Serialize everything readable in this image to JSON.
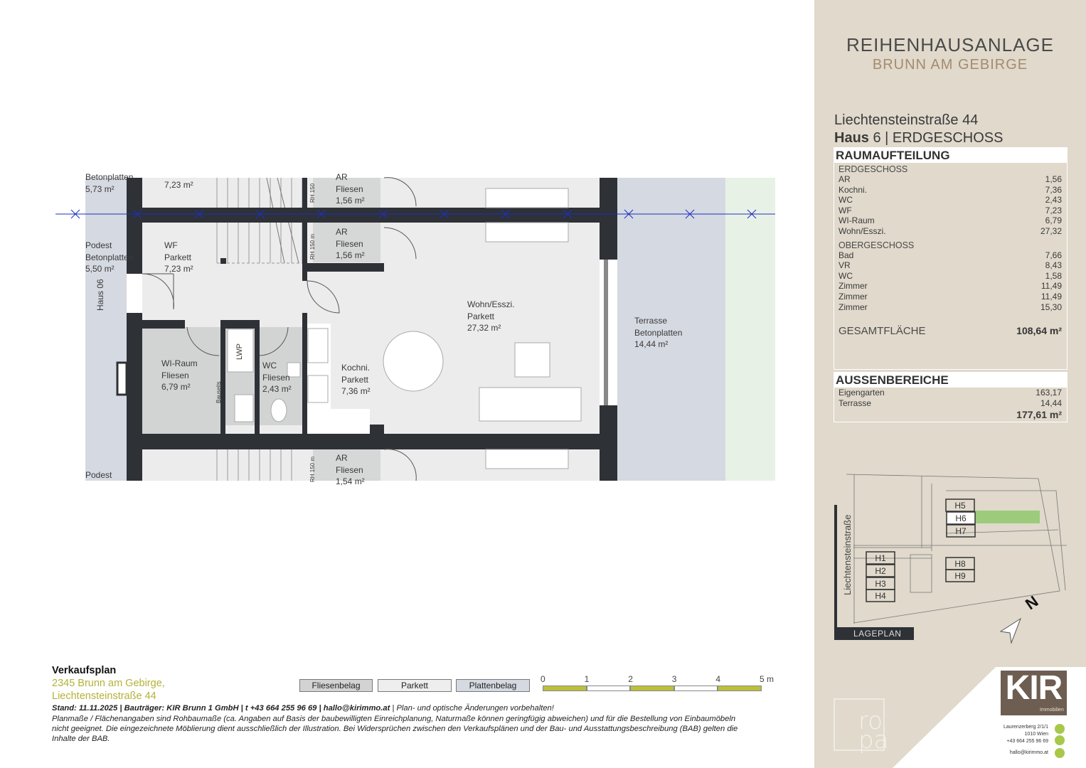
{
  "plan": {
    "labels": [
      {
        "lines": [
          "Betonplatten",
          "5,73 m²"
        ]
      },
      {
        "lines": [
          "7,23 m²"
        ]
      },
      {
        "lines": [
          "AR",
          "Fliesen",
          "1,56 m²"
        ]
      },
      {
        "lines": [
          "Podest",
          "Betonplatten",
          "5,50 m²"
        ]
      },
      {
        "lines": [
          "WF",
          "Parkett",
          "7,23 m²"
        ]
      },
      {
        "lines": [
          "AR",
          "Fliesen",
          "1,56 m²"
        ]
      },
      {
        "lines": [
          "Wohn/Esszi.",
          "Parkett",
          "27,32 m²"
        ]
      },
      {
        "lines": [
          "Terrasse",
          "Betonplatten",
          "14,44 m²"
        ]
      },
      {
        "lines": [
          "WI-Raum",
          "Fliesen",
          "6,79 m²"
        ]
      },
      {
        "lines": [
          "WC",
          "Fliesen",
          "2,43 m²"
        ]
      },
      {
        "lines": [
          "Kochni.",
          "Parkett",
          "7,36 m²"
        ]
      },
      {
        "lines": [
          "Podest"
        ]
      },
      {
        "lines": [
          "AR",
          "Fliesen",
          "1,54 m²"
        ]
      }
    ],
    "haus_label": "Haus 06",
    "lwp": "LWP",
    "bauseits": "Bauseits",
    "rh_top": "RH 150",
    "rh_mid": "RH 150 m",
    "rh_bottom": "RH 150 m"
  },
  "panel": {
    "title": "REIHENHAUSANLAGE",
    "subtitle": "BRUNN AM GEBIRGE",
    "address": "Liechtensteinstraße 44",
    "haus_bold": "Haus",
    "haus_rest": " 6 | ERDGESCHOSS",
    "raum_header": "RAUMAUFTEILUNG",
    "eg_label": "ERDGESCHOSS",
    "eg_rows": [
      [
        "AR",
        "1,56"
      ],
      [
        "Kochni.",
        "7,36"
      ],
      [
        "WC",
        "2,43"
      ],
      [
        "WF",
        "7,23"
      ],
      [
        "WI-Raum",
        "6,79"
      ],
      [
        "Wohn/Esszi.",
        "27,32"
      ]
    ],
    "og_label": "OBERGESCHOSS",
    "og_rows": [
      [
        "Bad",
        "7,66"
      ],
      [
        "VR",
        "8,43"
      ],
      [
        "WC",
        "1,58"
      ],
      [
        "Zimmer",
        "11,49"
      ],
      [
        "Zimmer",
        "11,49"
      ],
      [
        "Zimmer",
        "15,30"
      ]
    ],
    "gesamt_label": "GESAMTFLÄCHE",
    "gesamt_value": "108,64 m²",
    "aussen_header": "AUSSENBEREICHE",
    "aussen_rows": [
      [
        "Eigengarten",
        "163,17"
      ],
      [
        "Terrasse",
        "14,44"
      ]
    ],
    "aussen_total": "177,61 m²"
  },
  "lageplan": {
    "street": "Liechtensteinstraße",
    "title": "LAGEPLAN",
    "houses": [
      "H1",
      "H2",
      "H3",
      "H4",
      "H5",
      "H6",
      "H7",
      "H8",
      "H9"
    ],
    "highlight": "H6",
    "north": "N",
    "highlight_color": "#9ccb7c"
  },
  "footer": {
    "title": "Verkaufsplan",
    "addr1": "2345 Brunn am Gebirge,",
    "addr2": "Liechtensteinstraße 44",
    "stand_bold": "Stand: 11.11.2025 | Bauträger: KIR Brunn 1 GmbH | t +43 664 255 96 69 | hallo@kirimmo.at",
    "stand_rest": "  | Plan- und optische Änderungen vorbehalten!",
    "disclaimer1": "Planmaße / Flächenangaben sind Rohbaumaße (ca. Angaben auf Basis der baubewilligten Einreichplanung, Naturmaße können geringfügig abweichen) und für die Bestellung von Einbaumöbeln",
    "disclaimer2": "nicht geeignet. Die eingezeichnete Möblierung dient ausschließlich der Illustration. Bei Widersprüchen zwischen den Verkaufsplänen und der Bau- und Ausstattungsbeschreibung (BAB) gelten die",
    "disclaimer3": "Inhalte der BAB.",
    "legend": [
      "Fliesenbelag",
      "Parkett",
      "Plattenbelag"
    ],
    "scale": [
      "0",
      "1",
      "2",
      "3",
      "4",
      "5 m"
    ],
    "accent": "#bcbf3c"
  },
  "brand": {
    "logo": "KIR",
    "logo_sub": "Immobilien",
    "logo_color": "#6e5d51",
    "contact": [
      "Laurenzerberg 2/1/1",
      "1010 Wien",
      "+43 664 255 96 69",
      "hallo@kirimmo.at"
    ],
    "partner_logo": "ro pa bm"
  }
}
